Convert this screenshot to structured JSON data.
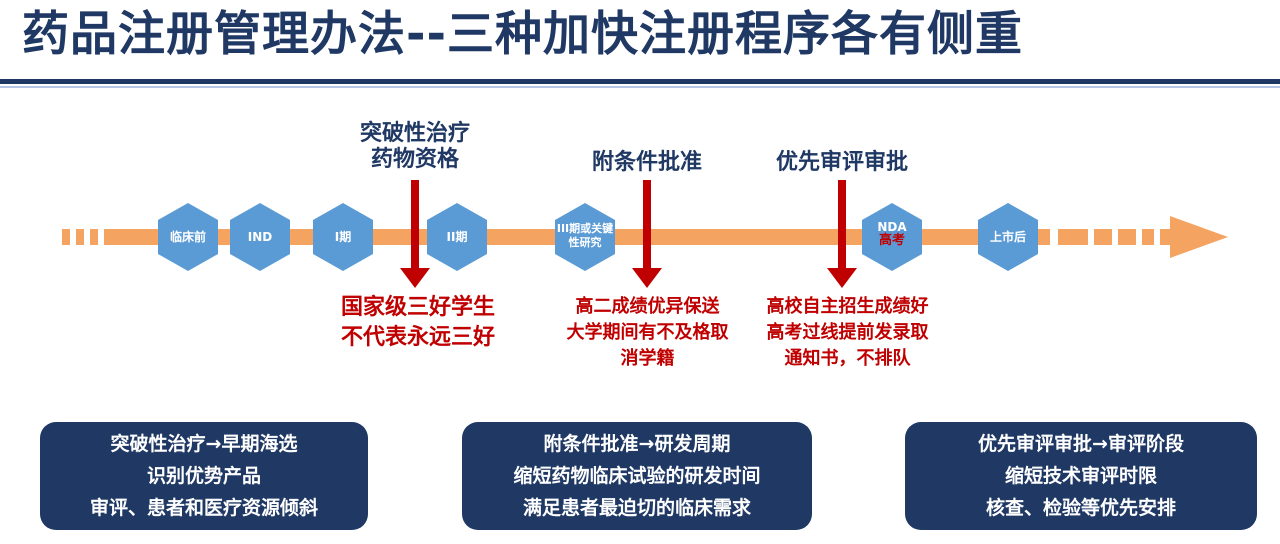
{
  "title": "药品注册管理办法--三种加快注册程序各有侧重",
  "colors": {
    "navy": "#1f3864",
    "hex_fill": "#5b9bd5",
    "arrow": "#f4a460",
    "red_marker": "#c00000"
  },
  "timeline": {
    "stages": [
      {
        "label": "临床前"
      },
      {
        "label": "IND"
      },
      {
        "label": "I期"
      },
      {
        "label": "II期"
      },
      {
        "label": "III期或关键性研究"
      },
      {
        "label": "NDA",
        "sub": "高考"
      },
      {
        "label": "上市后"
      }
    ],
    "milestones": [
      {
        "title_line1": "突破性治疗",
        "title_line2": "药物资格",
        "note_line1": "国家级三好学生",
        "note_line2": "不代表永远三好"
      },
      {
        "title": "附条件批准",
        "note_line1": "高二成绩优异保送",
        "note_line2": "大学期间有不及格取",
        "note_line3": "消学籍"
      },
      {
        "title": "优先审评审批",
        "note_line1": "高校自主招生成绩好",
        "note_line2": "高考过线提前发录取",
        "note_line3": "通知书，不排队"
      }
    ]
  },
  "panels": [
    {
      "line1": "突破性治疗→早期海选",
      "line2": "识别优势产品",
      "line3": "审评、患者和医疗资源倾斜"
    },
    {
      "line1": "附条件批准→研发周期",
      "line2": "缩短药物临床试验的研发时间",
      "line3": "满足患者最迫切的临床需求"
    },
    {
      "line1": "优先审评审批→审评阶段",
      "line2": "缩短技术审评时限",
      "line3": "核查、检验等优先安排"
    }
  ]
}
